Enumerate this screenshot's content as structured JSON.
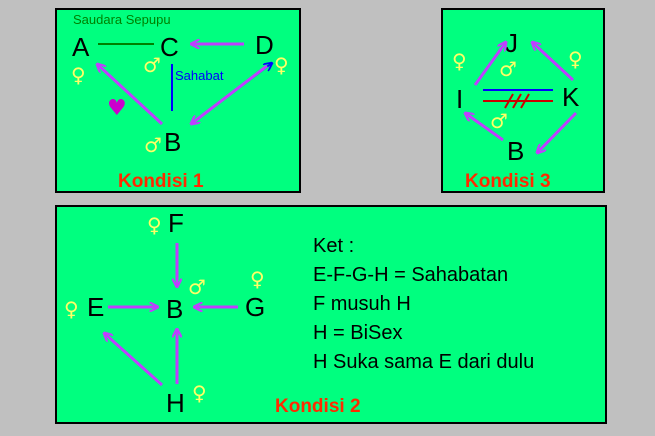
{
  "panels": {
    "k1": {
      "caption": "Kondisi 1",
      "nodes": {
        "A": "A",
        "B": "B",
        "C": "C",
        "D": "D"
      },
      "label_top": "Saudara Sepupu",
      "label_mid": "Sahabat"
    },
    "k3": {
      "caption": "Kondisi 3",
      "nodes": {
        "I": "I",
        "J": "J",
        "K": "K",
        "B": "B"
      }
    },
    "k2": {
      "caption": "Kondisi 2",
      "nodes": {
        "E": "E",
        "F": "F",
        "G": "G",
        "B": "B",
        "H": "H"
      },
      "legend": [
        "Ket :",
        "E-F-G-H = Sahabatan",
        "F musuh H",
        "H = BiSex",
        "H Suka sama E dari dulu"
      ]
    }
  },
  "symbols": {
    "female": "♀",
    "male": "♂",
    "heart": "♥"
  },
  "colors": {
    "background": "#c0c0c0",
    "panel": "#00ff7f",
    "arrow": "#bf3fff",
    "blue": "#0000ff",
    "green_line": "#008000",
    "red_line": "#cc0000",
    "caption": "#ff2a00",
    "symbol": "#ffff66"
  }
}
